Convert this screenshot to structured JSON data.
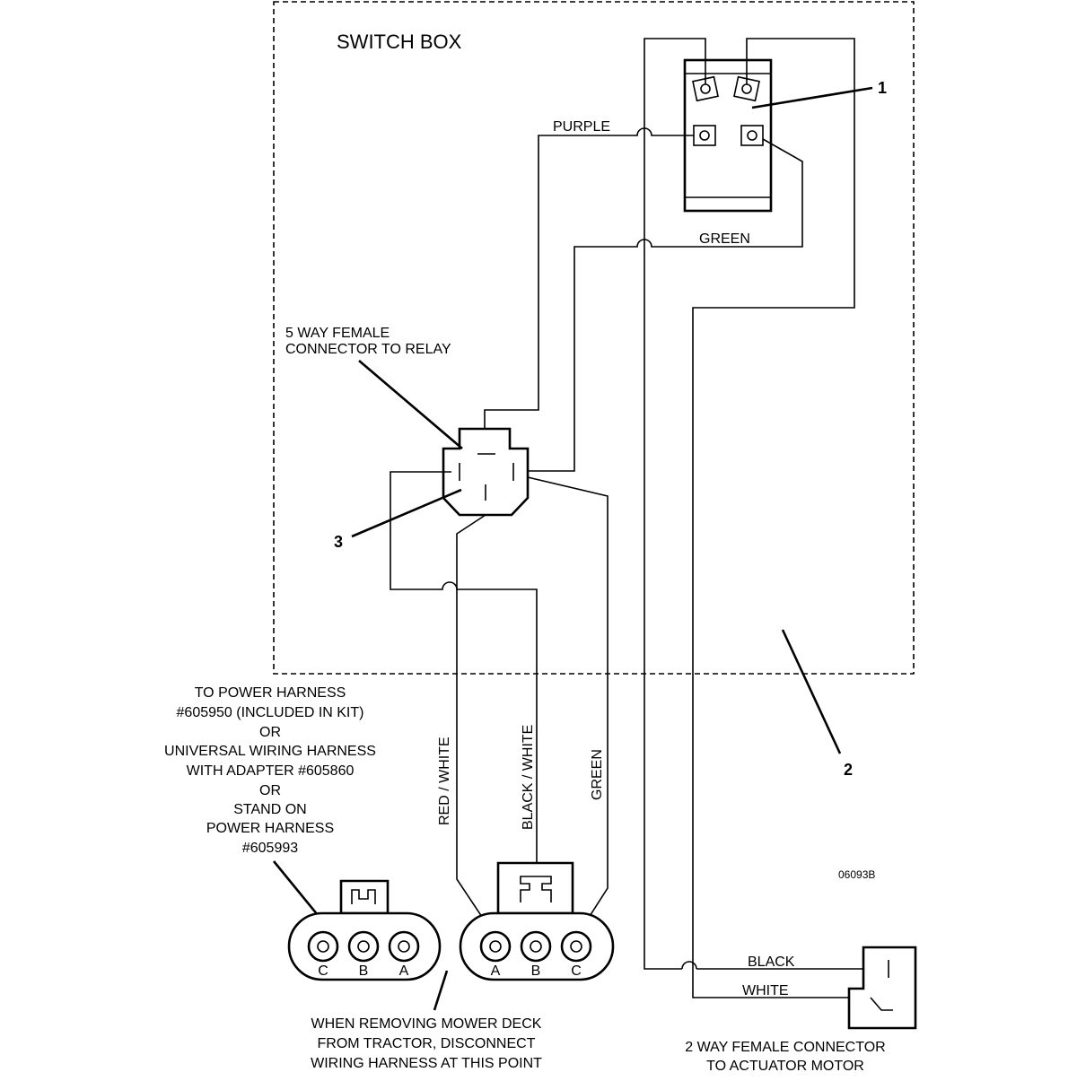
{
  "switch_box": {
    "title": "SWITCH BOX"
  },
  "wires": {
    "purple": "PURPLE",
    "green_top": "GREEN",
    "red_white": "RED / WHITE",
    "black_white": "BLACK / WHITE",
    "green_vertical": "GREEN",
    "black": "BLACK",
    "white": "WHITE"
  },
  "relay_label": [
    "5 WAY FEMALE",
    "CONNECTOR TO RELAY"
  ],
  "callouts": {
    "c1": "1",
    "c2": "2",
    "c3": "3"
  },
  "power_harness_note": [
    "TO POWER HARNESS",
    "#605950 (INCLUDED IN KIT)",
    "OR",
    "UNIVERSAL WIRING HARNESS",
    "WITH ADAPTER #605860",
    "OR",
    "STAND ON",
    "POWER HARNESS",
    "#605993"
  ],
  "left_connector_pins": [
    "C",
    "B",
    "A"
  ],
  "right_connector_pins": [
    "A",
    "B",
    "C"
  ],
  "mower_note": [
    "WHEN REMOVING MOWER DECK",
    "FROM TRACTOR, DISCONNECT",
    "WIRING HARNESS AT THIS POINT"
  ],
  "actuator_label": [
    "2 WAY FEMALE CONNECTOR",
    "TO ACTUATOR MOTOR"
  ],
  "drawing_number": "06093B"
}
